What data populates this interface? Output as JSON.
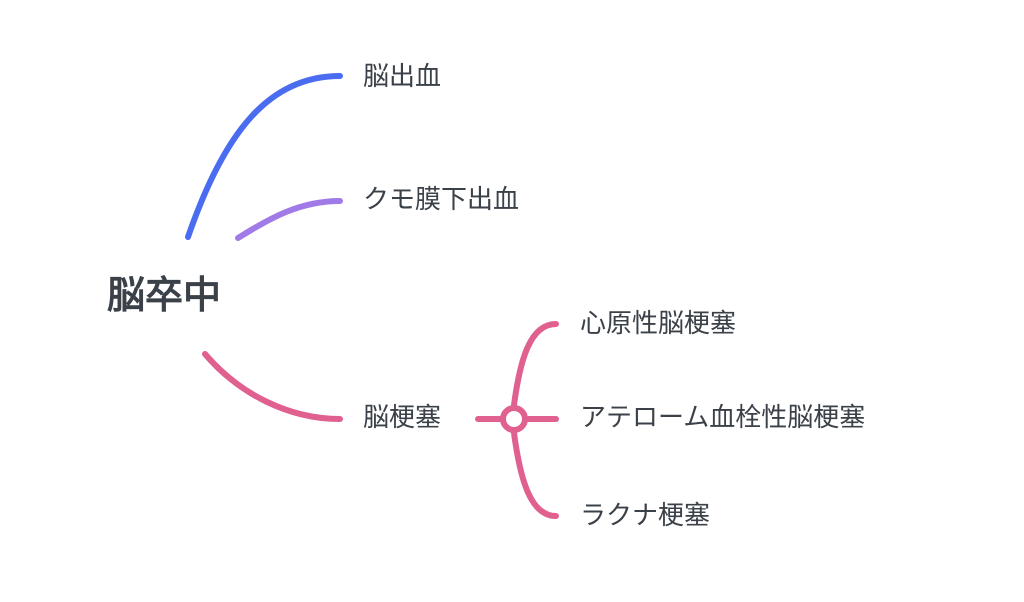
{
  "colors": {
    "background": "#ffffff",
    "text": "#3b4148",
    "branch_hemorrhage": "#4a6cf0",
    "branch_sah": "#a07be8",
    "branch_infarction": "#e0608f"
  },
  "root": {
    "label": "脳卒中"
  },
  "branches": [
    {
      "label": "脳出血",
      "color": "#4a6cf0",
      "children": []
    },
    {
      "label": "クモ膜下出血",
      "color": "#a07be8",
      "children": []
    },
    {
      "label": "脳梗塞",
      "color": "#e0608f",
      "children": [
        {
          "label": "心原性脳梗塞"
        },
        {
          "label": "アテローム血栓性脳梗塞"
        },
        {
          "label": "ラクナ梗塞"
        }
      ]
    }
  ]
}
